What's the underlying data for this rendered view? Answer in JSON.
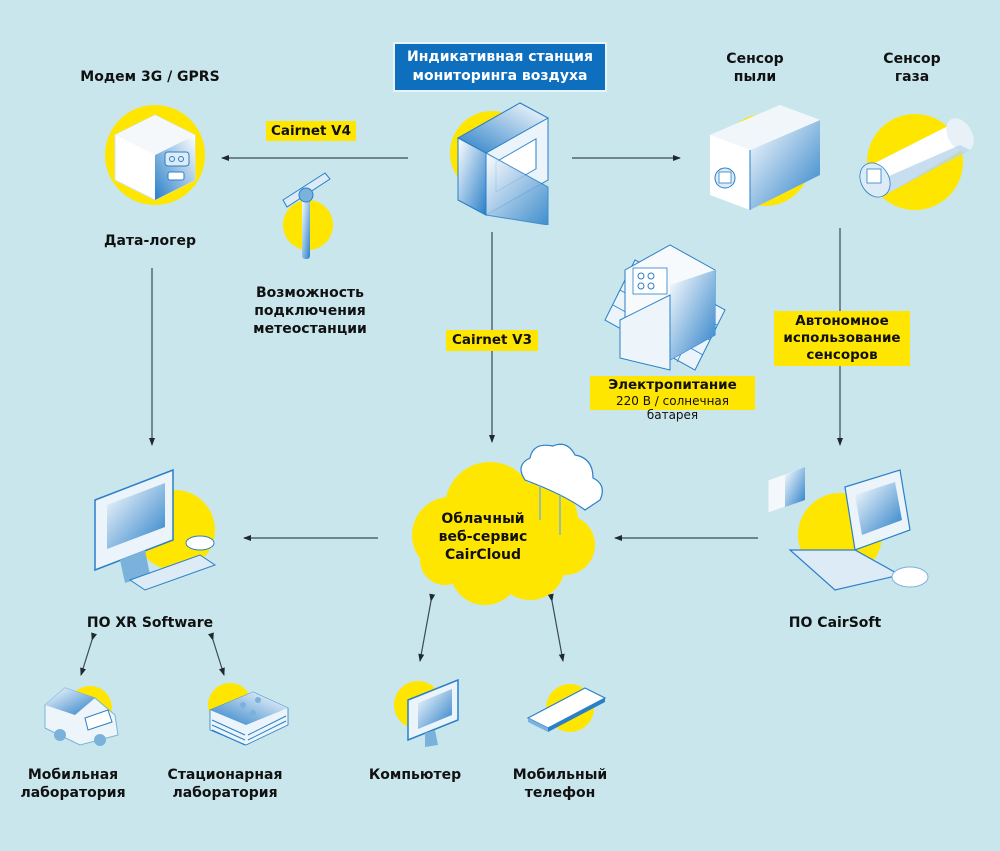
{
  "colors": {
    "background": "#c8e6ec",
    "accent_yellow": "#ffe600",
    "accent_blue": "#0f6fbf",
    "arrow": "#3a4a52",
    "text": "#111111"
  },
  "header": {
    "station_title_line1": "Индикативная станция",
    "station_title_line2": "мониторинга воздуха"
  },
  "nodes": {
    "modem": {
      "label": "Модем 3G / GPRS",
      "icon": "modem-datalogger-icon"
    },
    "datalogger": {
      "label": "Дата-логер"
    },
    "weather": {
      "line1": "Возможность",
      "line2": "подключения",
      "line3": "метеостанции",
      "icon": "weather-station-icon"
    },
    "station": {
      "icon": "monitoring-station-icon"
    },
    "dust_sensor": {
      "line1": "Сенсор",
      "line2": "пыли",
      "icon": "dust-sensor-icon"
    },
    "gas_sensor": {
      "line1": "Сенсор",
      "line2": "газа",
      "icon": "gas-sensor-icon"
    },
    "power": {
      "title": "Электропитание",
      "subtitle": "220 В / солнечная батарея",
      "icon": "solar-power-icon"
    },
    "autonomous": {
      "line1": "Автономное",
      "line2": "использование",
      "line3": "сенсоров"
    },
    "cloud": {
      "line1": "Облачный",
      "line2": "веб-сервис",
      "line3": "CairCloud",
      "icon": "cloud-icon"
    },
    "xr_software": {
      "label": "ПО XR Software",
      "icon": "desktop-computer-icon"
    },
    "cairsoft": {
      "label": "ПО CairSoft",
      "icon": "laptop-icon"
    },
    "mobile_lab": {
      "line1": "Мобильная",
      "line2": "лаборатория",
      "icon": "van-icon"
    },
    "stationary_lab": {
      "line1": "Стационарная",
      "line2": "лаборатория",
      "icon": "building-icon"
    },
    "computer": {
      "label": "Компьютер",
      "icon": "monitor-icon"
    },
    "phone": {
      "line1": "Мобильный",
      "line2": "телефон",
      "icon": "smartphone-icon"
    }
  },
  "links": {
    "cairnet_v4": "Cairnet V4",
    "cairnet_v3": "Cairnet V3"
  }
}
